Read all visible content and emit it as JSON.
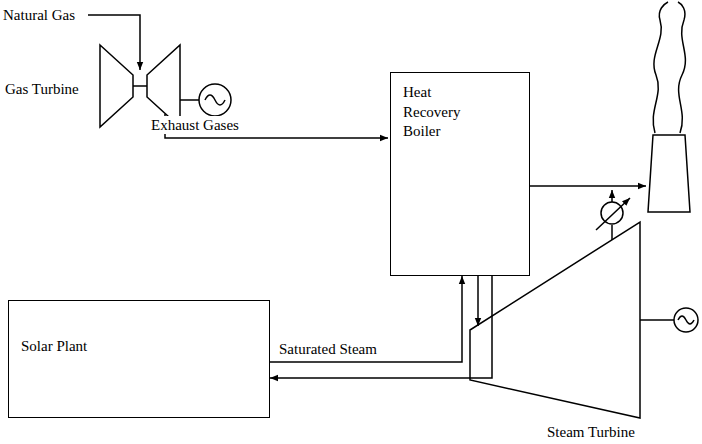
{
  "diagram": {
    "nodes": [
      {
        "text": [
          "Heat Recovery Boiler"
        ]
      },
      {
        "text": [
          "Solar Plant"
        ]
      }
    ],
    "edges": [
      {
        "from": 1,
        "to": 0,
        "arrow": "to",
        "label": "Saturated Steam"
      },
      {
        "from": 0,
        "to": 1,
        "arrow": "to"
      }
    ],
    "labels": [
      "Natural Gas",
      "Gas Turbine",
      "Exhaust Gases",
      "Steam Turbine"
    ]
  }
}
